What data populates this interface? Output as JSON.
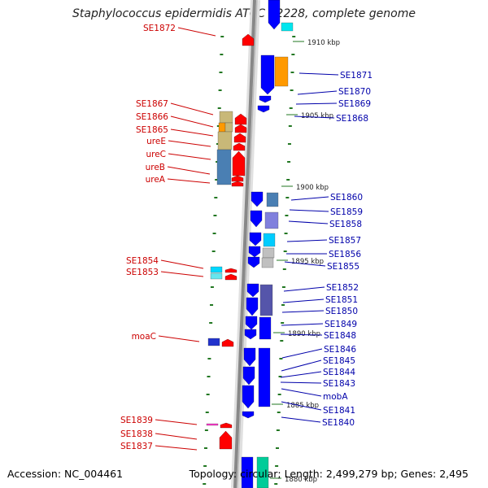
{
  "title": "Staphylococcus epidermidis ATCC 12228, complete genome",
  "footer": {
    "accession": "Accession: NC_004461",
    "topology": "Topology: circular; Length: 2,499,279 bp; Genes: 2,495"
  },
  "colors": {
    "reverse_strand_gene": "#ff0000",
    "forward_strand_gene": "#0000ff",
    "left_label": "#cc0000",
    "right_label": "#0000aa",
    "backbone": "#888888"
  },
  "ruler": [
    "1910 kbp",
    "1905 kbp",
    "1900 kbp",
    "1895 kbp",
    "1890 kbp",
    "1885 kbp",
    "1880 kbp"
  ],
  "left_labels": [
    "SE1872",
    "SE1867",
    "SE1866",
    "SE1865",
    "ureE",
    "ureC",
    "ureB",
    "ureA",
    "SE1854",
    "SE1853",
    "moaC",
    "SE1839",
    "SE1838",
    "SE1837"
  ],
  "right_labels": [
    "SE1871",
    "SE1870",
    "SE1869",
    "SE1868",
    "SE1860",
    "SE1859",
    "SE1858",
    "SE1857",
    "SE1856",
    "SE1855",
    "SE1852",
    "SE1851",
    "SE1850",
    "SE1849",
    "SE1848",
    "SE1846",
    "SE1845",
    "SE1844",
    "SE1843",
    "mobA",
    "SE1841",
    "SE1840"
  ]
}
